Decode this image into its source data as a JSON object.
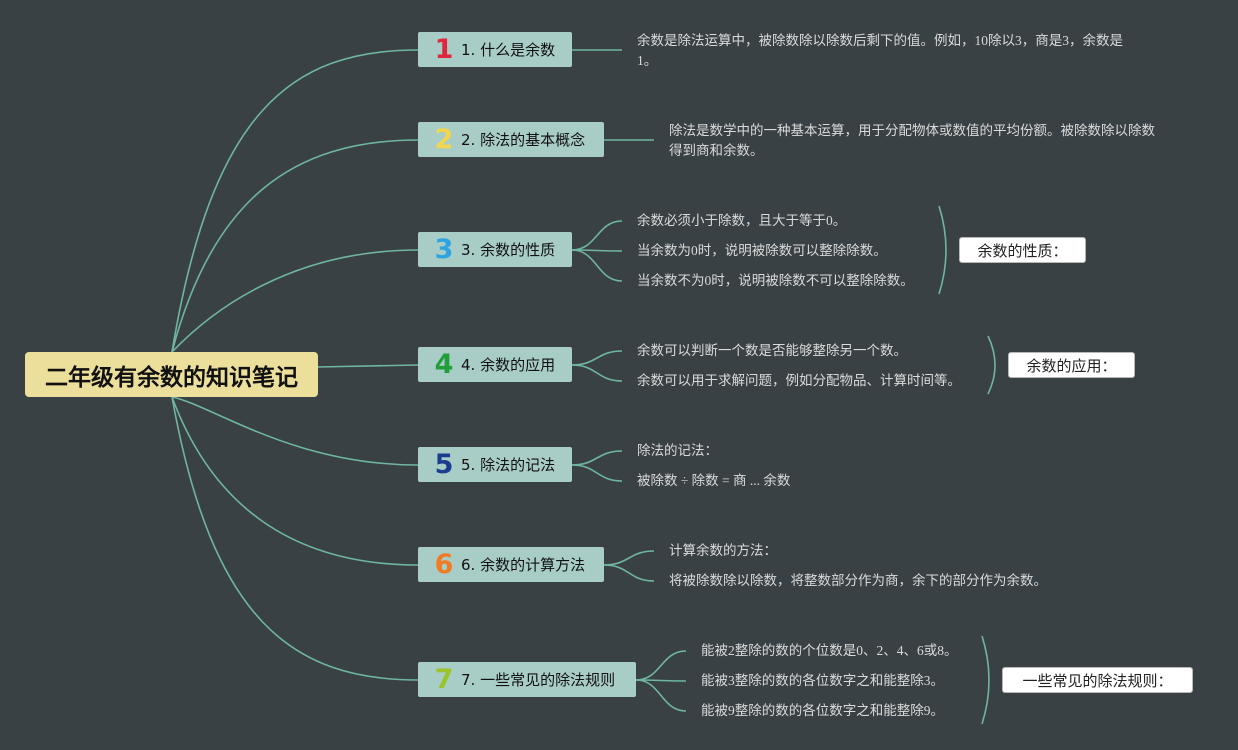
{
  "root": {
    "title": "二年级有余数的知识笔记"
  },
  "colors": {
    "background": "#3a4144",
    "root_fill": "#ecdf9b",
    "branch_fill": "#a8ccc6",
    "line": "#6fb5a1",
    "num1": "#e0263c",
    "num2": "#f2d74e",
    "num3": "#2fa3e0",
    "num4": "#1f9e3a",
    "num5": "#1a3d8f",
    "num6": "#f07b23",
    "num7": "#9ac52a"
  },
  "branches": [
    {
      "num": "1",
      "label": "1. 什么是余数",
      "leaves": [
        "余数是除法运算中，被除数除以除数后剩下的值。例如，10除以3，商是3，余数是1。"
      ]
    },
    {
      "num": "2",
      "label": "2. 除法的基本概念",
      "leaves": [
        "除法是数学中的一种基本运算，用于分配物体或数值的平均份额。被除数除以除数得到商和余数。"
      ]
    },
    {
      "num": "3",
      "label": "3. 余数的性质",
      "leaves": [
        "余数必须小于除数，且大于等于0。",
        "当余数为0时，说明被除数可以整除除数。",
        "当余数不为0时，说明被除数不可以整除除数。"
      ],
      "summary": "余数的性质："
    },
    {
      "num": "4",
      "label": "4. 余数的应用",
      "leaves": [
        "余数可以判断一个数是否能够整除另一个数。",
        "余数可以用于求解问题，例如分配物品、计算时间等。"
      ],
      "summary": "余数的应用："
    },
    {
      "num": "5",
      "label": "5. 除法的记法",
      "leaves": [
        "除法的记法：",
        "被除数 ÷ 除数 = 商 ... 余数"
      ]
    },
    {
      "num": "6",
      "label": "6. 余数的计算方法",
      "leaves": [
        "计算余数的方法：",
        "将被除数除以除数，将整数部分作为商，余下的部分作为余数。"
      ]
    },
    {
      "num": "7",
      "label": "7. 一些常见的除法规则",
      "leaves": [
        "能被2整除的数的个位数是0、2、4、6或8。",
        "能被3整除的数的各位数字之和能整除3。",
        "能被9整除的数的各位数字之和能整除9。"
      ],
      "summary": "一些常见的除法规则："
    }
  ]
}
